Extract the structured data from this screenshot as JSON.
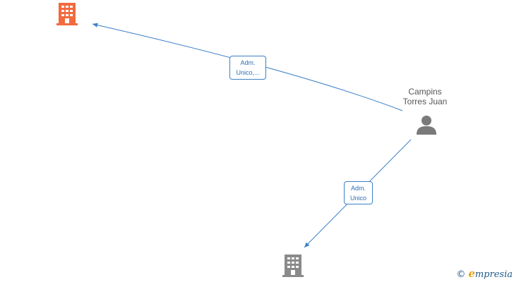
{
  "person": {
    "name_line1": "Campins",
    "name_line2": "Torres Juan",
    "icon": "person-icon"
  },
  "companies": [
    {
      "icon": "building-icon",
      "color": "#f26a3d"
    },
    {
      "icon": "building-icon",
      "color": "#8a8a8a"
    }
  ],
  "edges": [
    {
      "label_line1": "Adm.",
      "label_line2": "Unico,..."
    },
    {
      "label_line1": "Adm.",
      "label_line2": "Unico"
    }
  ],
  "colors": {
    "edge": "#3d7fc9",
    "person": "#7a7a7a"
  },
  "watermark": {
    "symbol": "©",
    "brand_initial": "e",
    "brand_rest": "mpresia"
  }
}
